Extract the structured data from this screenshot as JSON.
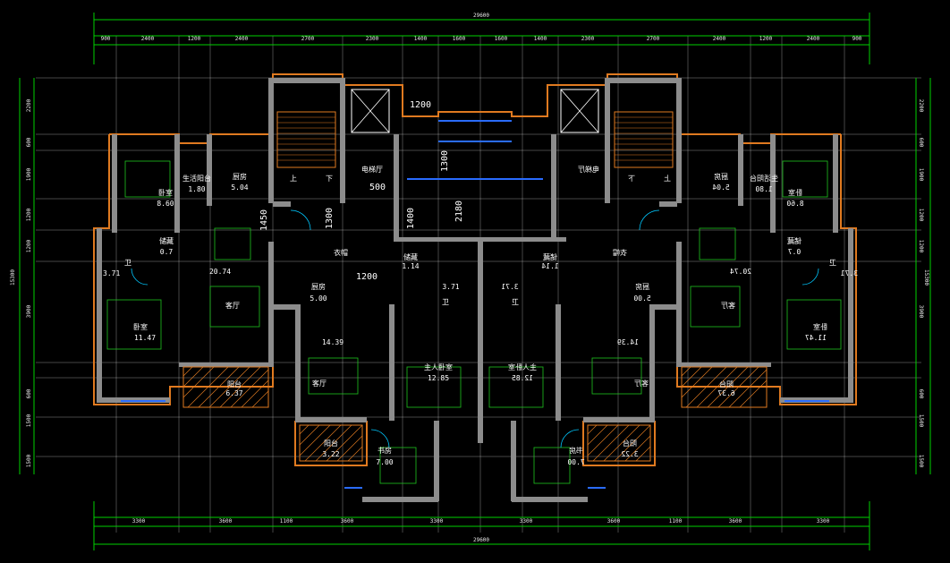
{
  "colors": {
    "background": "#000000",
    "wall": "#8c8c8c",
    "grid": "#ffffff",
    "dimension": "#00d000",
    "furniture": "#1ec31e",
    "balcony_hatch": "#e07a20",
    "door_arc": "#00c8ff",
    "window": "#2a6cff",
    "wall_outline": "#e07a20"
  },
  "overall": {
    "top_total": "29600",
    "bottom_total": "29600",
    "left_total": "15300",
    "right_total": "15300"
  },
  "top_dims": [
    "900",
    "2400",
    "1200",
    "2400",
    "2700",
    "2300",
    "1400",
    "1600",
    "1600",
    "1400",
    "2300",
    "2700",
    "2400",
    "1200",
    "2400",
    "900"
  ],
  "bottom_dims": [
    "3300",
    "3600",
    "1100",
    "3600",
    "3300",
    "3300",
    "3600",
    "1100",
    "3600",
    "3300"
  ],
  "left_dims": [
    "2200",
    "600",
    "1900",
    "1200",
    "1200",
    "3900",
    "600",
    "1500",
    "1500"
  ],
  "right_dims": [
    "2200",
    "600",
    "1900",
    "1200",
    "1200",
    "3900",
    "600",
    "1500",
    "1500"
  ],
  "notes": [
    "1200",
    "1300",
    "500",
    "1450",
    "1300",
    "1400",
    "2180",
    "1200"
  ],
  "rooms": [
    {
      "name": "卧室",
      "area": "8.60"
    },
    {
      "name": "生活阳台",
      "area": "1.80"
    },
    {
      "name": "厨房",
      "area": "5.04"
    },
    {
      "name": "卫",
      "area": "3.71"
    },
    {
      "name": "储藏",
      "area": "0.7"
    },
    {
      "name": "",
      "area": "20.74"
    },
    {
      "name": "客厅",
      "area": ""
    },
    {
      "name": "卧室",
      "area": "11.47"
    },
    {
      "name": "阳台",
      "area": "6.37"
    },
    {
      "name": "电梯厅",
      "area": ""
    },
    {
      "name": "上",
      "area": ""
    },
    {
      "name": "下",
      "area": ""
    },
    {
      "name": "厨房",
      "area": "5.00"
    },
    {
      "name": "衣帽",
      "area": ""
    },
    {
      "name": "储藏",
      "area": "1.14"
    },
    {
      "name": "",
      "area": "3.71"
    },
    {
      "name": "卫",
      "area": ""
    },
    {
      "name": "",
      "area": "14.39"
    },
    {
      "name": "客厅",
      "area": ""
    },
    {
      "name": "主人卧室",
      "area": "12.85"
    },
    {
      "name": "阳台",
      "area": "3.22"
    },
    {
      "name": "书房",
      "area": "7.00"
    }
  ]
}
